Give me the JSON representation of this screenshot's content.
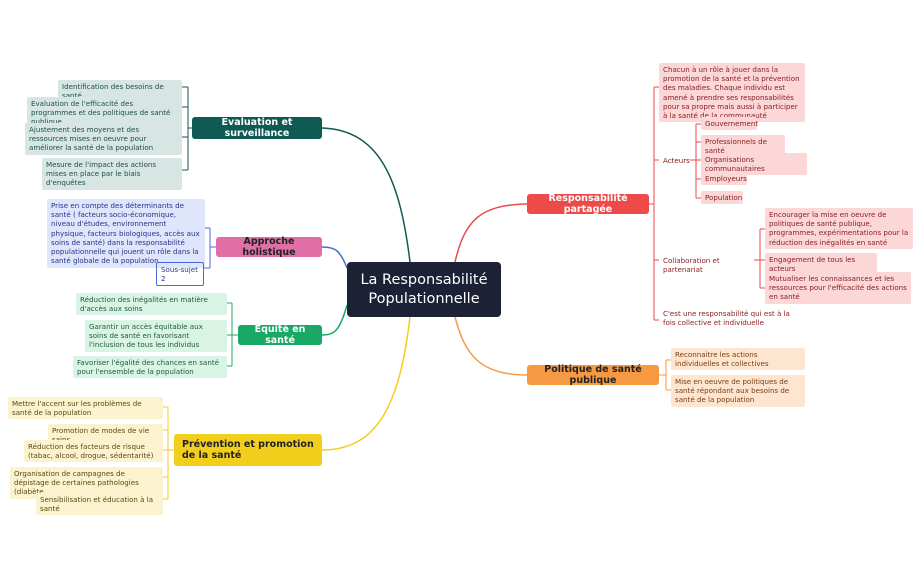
{
  "center": {
    "title": "La Responsabilité Populationnelle"
  },
  "branches": {
    "evaluation": {
      "label": "Evaluation et surveillance",
      "items": [
        "Identification des besoins de santé",
        "Evaluation de l'efficacité des programmes et des politiques de santé publique",
        "Ajustement des moyens et des ressources mises en oeuvre pour améliorer la santé de la population",
        "Mesure de l'impact des actions mises en place par le biais d'enquêtes"
      ]
    },
    "approche": {
      "label": "Approche holistique",
      "items": [
        "Prise en compte des déterminants de santé ( facteurs socio-économique, niveau d'études, environnement physique, facteurs biologiques, accès aux soins de santé) dans la responsabilité populationnelle qui jouent un rôle dans la santé globale de la population",
        "Sous-sujet 2"
      ]
    },
    "equite": {
      "label": "Equité en santé",
      "items": [
        "Réduction des inégalités en matière d'accès aux soins",
        "Garantir un accès équitable aux soins de santé en favorisant l'inclusion de tous les individus",
        "Favoriser l'égalité des chances en santé pour l'ensemble de la population"
      ]
    },
    "prevention": {
      "label": "Prévention et promotion de la santé",
      "items": [
        "Mettre l'accent sur les problèmes de santé de la population",
        "Promotion de modes de vie sains",
        "Réduction des facteurs de risque (tabac, alcool, drogue, sédentarité)",
        "Organisation de campagnes de dépistage de certaines pathologies (diabète,",
        "Sensibilisation et éducation à la santé"
      ]
    },
    "responsabilite": {
      "label": "Responsabilité partagée",
      "intro": "Chacun à un rôle à jouer dans la promotion de la santé et la prévention des maladies. Chaque individu est amené à prendre ses responsabilités pour sa propre mais aussi à participer à la santé de la communauté",
      "acteurs": {
        "label": "Acteurs",
        "items": [
          "Gouvernement",
          "Professionnels de santé",
          "Organisations communautaires",
          "Employeurs",
          "Population"
        ]
      },
      "collaboration": {
        "label": "Collaboration et partenariat",
        "items": [
          "Encourager la mise en oeuvre de politiques de santé publique, programmes, expérimentations pour la réduction des inégalités en santé",
          "Engagement de tous les acteurs",
          "Mutualiser les connaissances et les ressources pour l'efficacité des actions en santé"
        ]
      },
      "outro": "C'est une responsabilité qui est à la fois collective et individuelle"
    },
    "politique": {
      "label": "Politique de santé publique",
      "items": [
        "Reconnaitre les actions individuelles et collectives",
        "Mise en oeuvre de politiques de santé répondant aux besoins de santé de la population"
      ]
    }
  },
  "colors": {
    "evaluation": "#0f5a52",
    "approche": "#e06fa6",
    "equite": "#19a866",
    "prevention": "#f2cf1c",
    "responsabilite": "#ee4a4a",
    "politique": "#f59a42",
    "approche_line": "#4b6ad8"
  }
}
